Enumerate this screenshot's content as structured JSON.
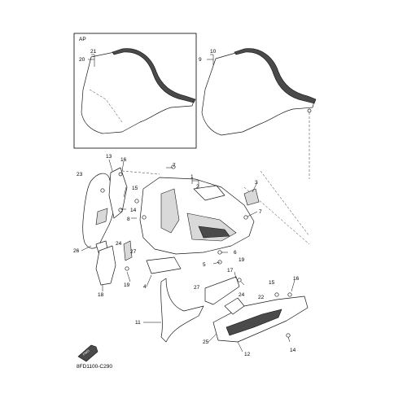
{
  "inset": {
    "label": "AP"
  },
  "callouts": [
    "1",
    "2",
    "3",
    "4",
    "5",
    "6",
    "7",
    "8",
    "9",
    "10",
    "11",
    "12",
    "13",
    "14",
    "15",
    "16",
    "17",
    "18",
    "19",
    "20",
    "21",
    "22",
    "23",
    "24",
    "25",
    "26",
    "27"
  ],
  "fwd_label": "FWD",
  "code": "8FD1100-C290"
}
